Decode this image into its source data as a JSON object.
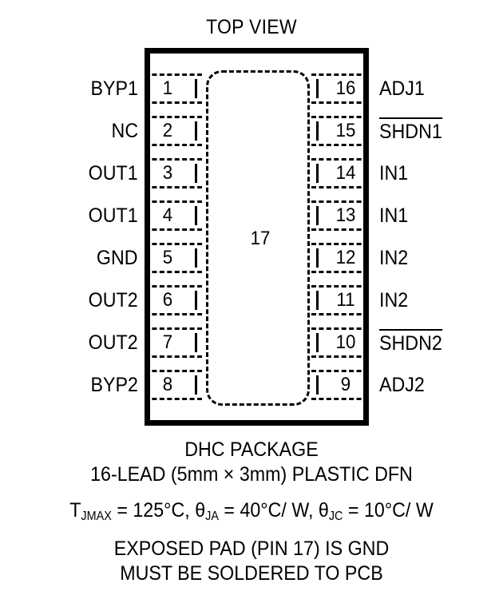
{
  "title": "TOP VIEW",
  "package": {
    "exposed_pad_number": "17"
  },
  "pins": {
    "left": [
      {
        "number": "1",
        "label": "BYP1",
        "overline": false
      },
      {
        "number": "2",
        "label": "NC",
        "overline": false
      },
      {
        "number": "3",
        "label": "OUT1",
        "overline": false
      },
      {
        "number": "4",
        "label": "OUT1",
        "overline": false
      },
      {
        "number": "5",
        "label": "GND",
        "overline": false
      },
      {
        "number": "6",
        "label": "OUT2",
        "overline": false
      },
      {
        "number": "7",
        "label": "OUT2",
        "overline": false
      },
      {
        "number": "8",
        "label": "BYP2",
        "overline": false
      }
    ],
    "right": [
      {
        "number": "16",
        "label": "ADJ1",
        "overline": false
      },
      {
        "number": "15",
        "label": "SHDN1",
        "overline": true
      },
      {
        "number": "14",
        "label": "IN1",
        "overline": false
      },
      {
        "number": "13",
        "label": "IN1",
        "overline": false
      },
      {
        "number": "12",
        "label": "IN2",
        "overline": false
      },
      {
        "number": "11",
        "label": "IN2",
        "overline": false
      },
      {
        "number": "10",
        "label": "SHDN2",
        "overline": true
      },
      {
        "number": "9",
        "label": "ADJ2",
        "overline": false
      }
    ]
  },
  "caption": {
    "package_name": "DHC PACKAGE",
    "package_desc": "16-LEAD (5mm × 3mm) PLASTIC DFN",
    "thermal": {
      "t_symbol": "T",
      "t_sub": "JMAX",
      "t_value": " = 125°C, ",
      "theta_ja_symbol": "θ",
      "theta_ja_sub": "JA",
      "theta_ja_value": " = 40°C/ W, ",
      "theta_jc_symbol": "θ",
      "theta_jc_sub": "JC",
      "theta_jc_value": " = 10°C/ W"
    },
    "exposed_pad_note_1": "EXPOSED PAD (PIN 17) IS GND",
    "exposed_pad_note_2": "MUST BE SOLDERED TO PCB"
  },
  "colors": {
    "ink": "#000000",
    "paper": "#ffffff"
  }
}
